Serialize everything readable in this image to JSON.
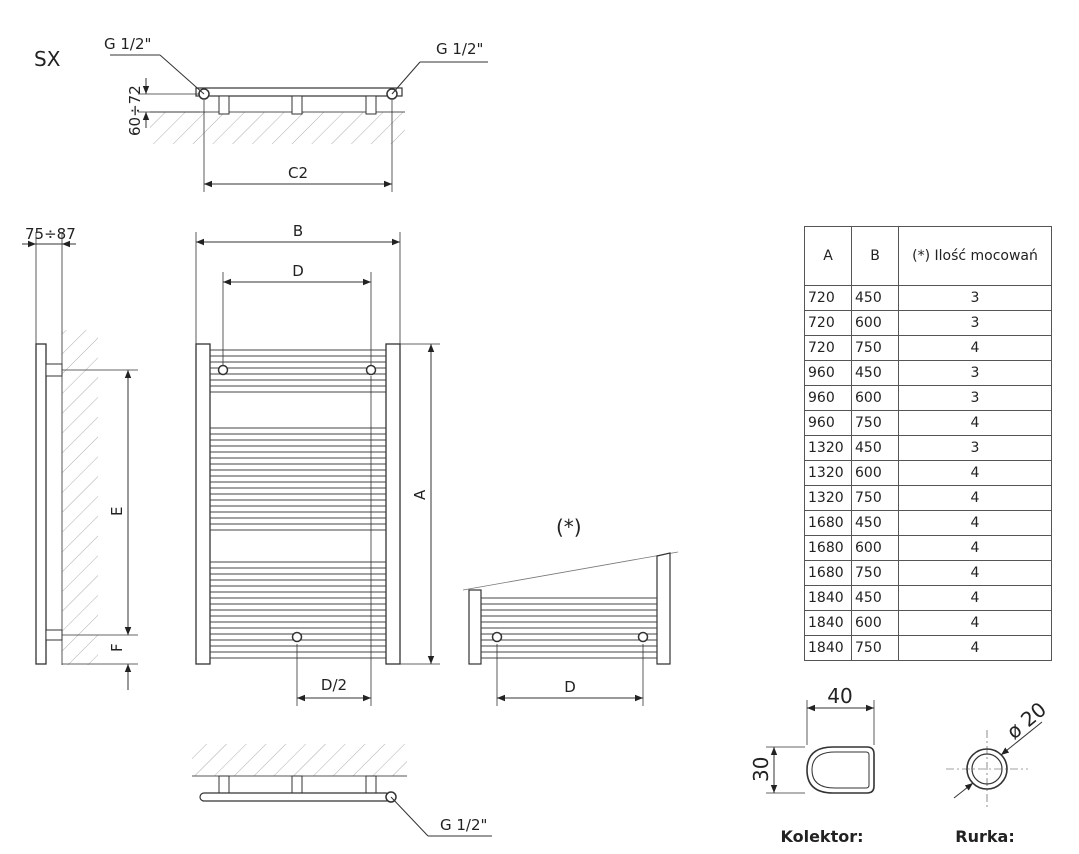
{
  "model": "SX",
  "top_view": {
    "thread_left": "G 1/2\"",
    "thread_right": "G 1/2\"",
    "depth_range": "60÷72",
    "width_label": "C2"
  },
  "side_view": {
    "depth_range": "75÷87",
    "height_label": "E",
    "offset_label": "F"
  },
  "front_view": {
    "width_label": "B",
    "axis_label": "D",
    "height_label": "A",
    "half_axis_label": "D/2"
  },
  "mount_view": {
    "note_label": "(*)",
    "axis_label": "D"
  },
  "bottom_view": {
    "thread_label": "G 1/2\""
  },
  "profiles": {
    "collector_width": "40",
    "collector_height": "30",
    "collector_label": "Kolektor:",
    "tube_diameter": "ø 20",
    "tube_label": "Rurka:"
  },
  "table": {
    "headers": [
      "A",
      "B",
      "(*) Ilość mocowań"
    ],
    "rows": [
      [
        "720",
        "450",
        "3"
      ],
      [
        "720",
        "600",
        "3"
      ],
      [
        "720",
        "750",
        "4"
      ],
      [
        "960",
        "450",
        "3"
      ],
      [
        "960",
        "600",
        "3"
      ],
      [
        "960",
        "750",
        "4"
      ],
      [
        "1320",
        "450",
        "3"
      ],
      [
        "1320",
        "600",
        "4"
      ],
      [
        "1320",
        "750",
        "4"
      ],
      [
        "1680",
        "450",
        "4"
      ],
      [
        "1680",
        "600",
        "4"
      ],
      [
        "1680",
        "750",
        "4"
      ],
      [
        "1840",
        "450",
        "4"
      ],
      [
        "1840",
        "600",
        "4"
      ],
      [
        "1840",
        "750",
        "4"
      ]
    ]
  }
}
